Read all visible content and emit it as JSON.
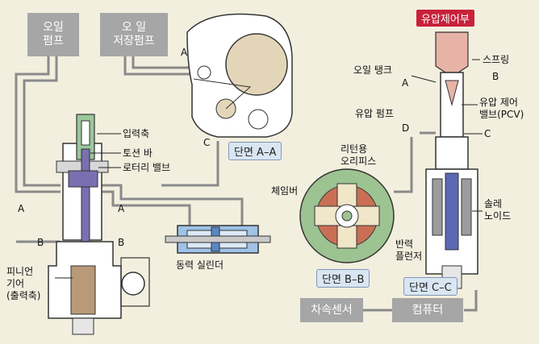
{
  "boxes": {
    "oil_pump": "오일\n펌프",
    "oil_reservoir": "오  일\n저장펌프",
    "speed_sensor": "차속센서",
    "computer": "컴퓨터"
  },
  "sections": {
    "a": "단면 A–A",
    "b": "단면 B–B",
    "c": "단면 C–C"
  },
  "title": "유압제어부",
  "labels": {
    "input_shaft": "입력축",
    "torsion_bar": "토션 바",
    "rotary_valve": "로터리 밸브",
    "pinion_gear": "피니언\n기어\n(출력축)",
    "power_cylinder": "동력 실린더",
    "chamber": "체임버",
    "return_orifice": "리턴용\n오리피스",
    "reaction_plunger": "반력\n플런저",
    "oil_tank": "오일 탱크",
    "spring": "스프링",
    "pressure_control_valve": "유압 제어\n밸브(PCV)",
    "hydraulic_pump": "유압 펌프",
    "solenoid": "솔레\n노이드"
  },
  "letters": {
    "a": "A",
    "b": "B",
    "c": "C",
    "d": "D"
  },
  "colors": {
    "title_bg": "#c8213a",
    "section_bg": "#d9e6f2",
    "box_bg": "#a6a6a6",
    "background": "#f3efdf",
    "torsion_bar": "#7a6fb0",
    "input_shaft": "#9bc79b",
    "chamber_ring": "#9cc391",
    "valve_pink": "#e8b3a7",
    "solenoid_blue": "#5a68b3"
  }
}
